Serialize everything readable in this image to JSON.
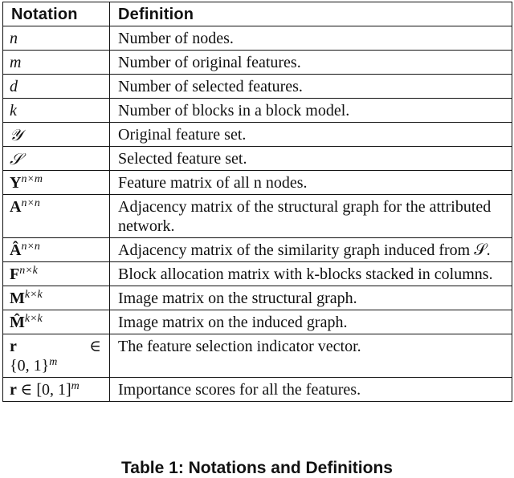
{
  "table": {
    "headers": {
      "notation": "Notation",
      "definition": "Definition"
    },
    "rows": [
      {
        "notation": "n",
        "sup": "",
        "definition": "Number of nodes."
      },
      {
        "notation": "m",
        "sup": "",
        "definition": "Number of original features."
      },
      {
        "notation": "d",
        "sup": "",
        "definition": "Number of selected features."
      },
      {
        "notation": "k",
        "sup": "",
        "definition": "Number of blocks in a block model."
      },
      {
        "notation": "𝒴",
        "sup": "",
        "definition": "Original feature set."
      },
      {
        "notation": "𝒮",
        "sup": "",
        "definition": "Selected feature set."
      },
      {
        "notation": "Y",
        "sup": "n×m",
        "definition": "Feature matrix of all n nodes."
      },
      {
        "notation": "A",
        "sup": "n×n",
        "definition": "Adjacency matrix of the structural graph for the attributed network."
      },
      {
        "notation": "Â",
        "sup": "n×n",
        "definition": "Adjacency matrix of the similarity graph induced from 𝒮."
      },
      {
        "notation": "F",
        "sup": "n×k",
        "definition": "Block allocation matrix with k-blocks stacked in columns."
      },
      {
        "notation": "M",
        "sup": "k×k",
        "definition": "Image matrix on the structural graph."
      },
      {
        "notation": "M̂",
        "sup": "k×k",
        "definition": "Image matrix on the induced graph."
      },
      {
        "notation": "r",
        "notation_rel": "∈",
        "notation_line2": "{0, 1}",
        "sup": "m",
        "definition": "The feature selection indicator vector."
      },
      {
        "notation": "r",
        "notation_rel": "∈ [0, 1]",
        "sup": "m",
        "definition": "Importance scores for all the features."
      }
    ]
  },
  "caption": "Table 1: Notations and Definitions"
}
